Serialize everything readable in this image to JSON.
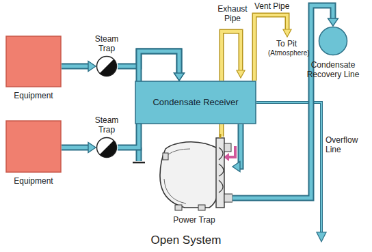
{
  "diagram": {
    "caption": "Open System",
    "nodes": [
      {
        "text": [
          "Equipment"
        ]
      },
      {
        "text": [
          "Equipment"
        ]
      },
      {
        "text": [
          "Steam Trap"
        ]
      },
      {
        "text": [
          "Steam Trap"
        ]
      },
      {
        "text": [
          "Condensate Receiver"
        ]
      },
      {
        "text": [
          "Power Trap"
        ]
      },
      {
        "text": [
          "Condensate Recovery Line"
        ]
      }
    ],
    "edges": [
      {
        "from": 0,
        "to": 2,
        "arrow": "to"
      },
      {
        "from": 1,
        "to": 3,
        "arrow": "to"
      },
      {
        "from": 2,
        "to": 4,
        "arrow": "to"
      },
      {
        "from": 3,
        "to": 4,
        "arrow": "to"
      },
      {
        "from": 4,
        "to": 5,
        "arrow": "to"
      },
      {
        "from": 5,
        "to": 6,
        "arrow": "to"
      }
    ],
    "labels": [
      "Exhaust Pipe",
      "Vent Pipe",
      "To Pit",
      "(Atmosphere)",
      "Overflow Line"
    ]
  }
}
